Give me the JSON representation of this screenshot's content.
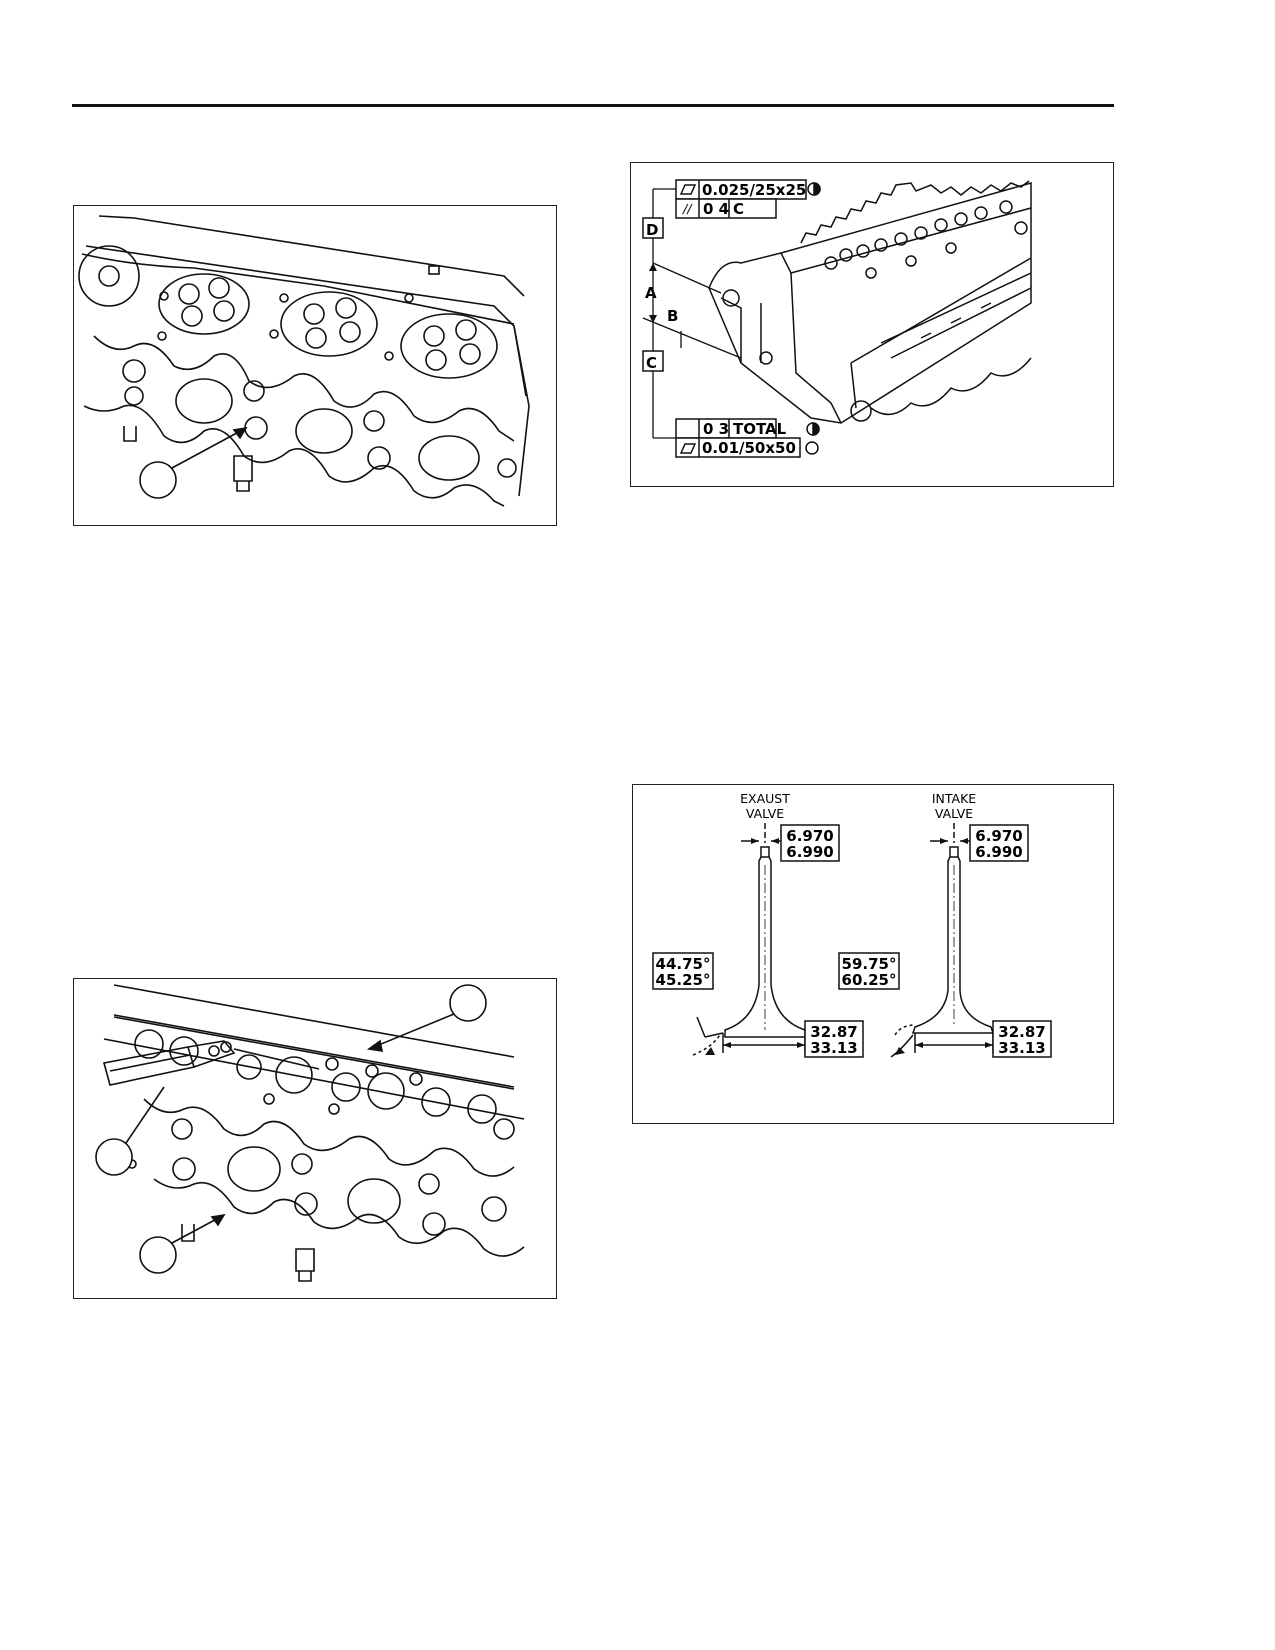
{
  "figure2": {
    "callout_top_1": "0.025/25x25",
    "callout_top_2a": "0 4",
    "callout_top_2b": "C",
    "label_d": "D",
    "label_a": "A",
    "label_b": "B",
    "label_c": "C",
    "callout_bottom_1a": "0 3",
    "callout_bottom_1b": "TOTAL",
    "callout_bottom_2": "0.01/50x50"
  },
  "figure4": {
    "exhaust_title_1": "EXAUST",
    "exhaust_title_2": "VALVE",
    "intake_title_1": "INTAKE",
    "intake_title_2": "VALVE",
    "exhaust_stem_min": "6.970",
    "exhaust_stem_max": "6.990",
    "intake_stem_min": "6.970",
    "intake_stem_max": "6.990",
    "exhaust_angle_min": "44.75°",
    "exhaust_angle_max": "45.25°",
    "intake_angle_min": "59.75°",
    "intake_angle_max": "60.25°",
    "exhaust_head_min": "32.87",
    "exhaust_head_max": "33.13",
    "intake_head_min": "32.87",
    "intake_head_max": "33.13"
  },
  "colors": {
    "ink": "#111111",
    "paper": "#ffffff"
  }
}
